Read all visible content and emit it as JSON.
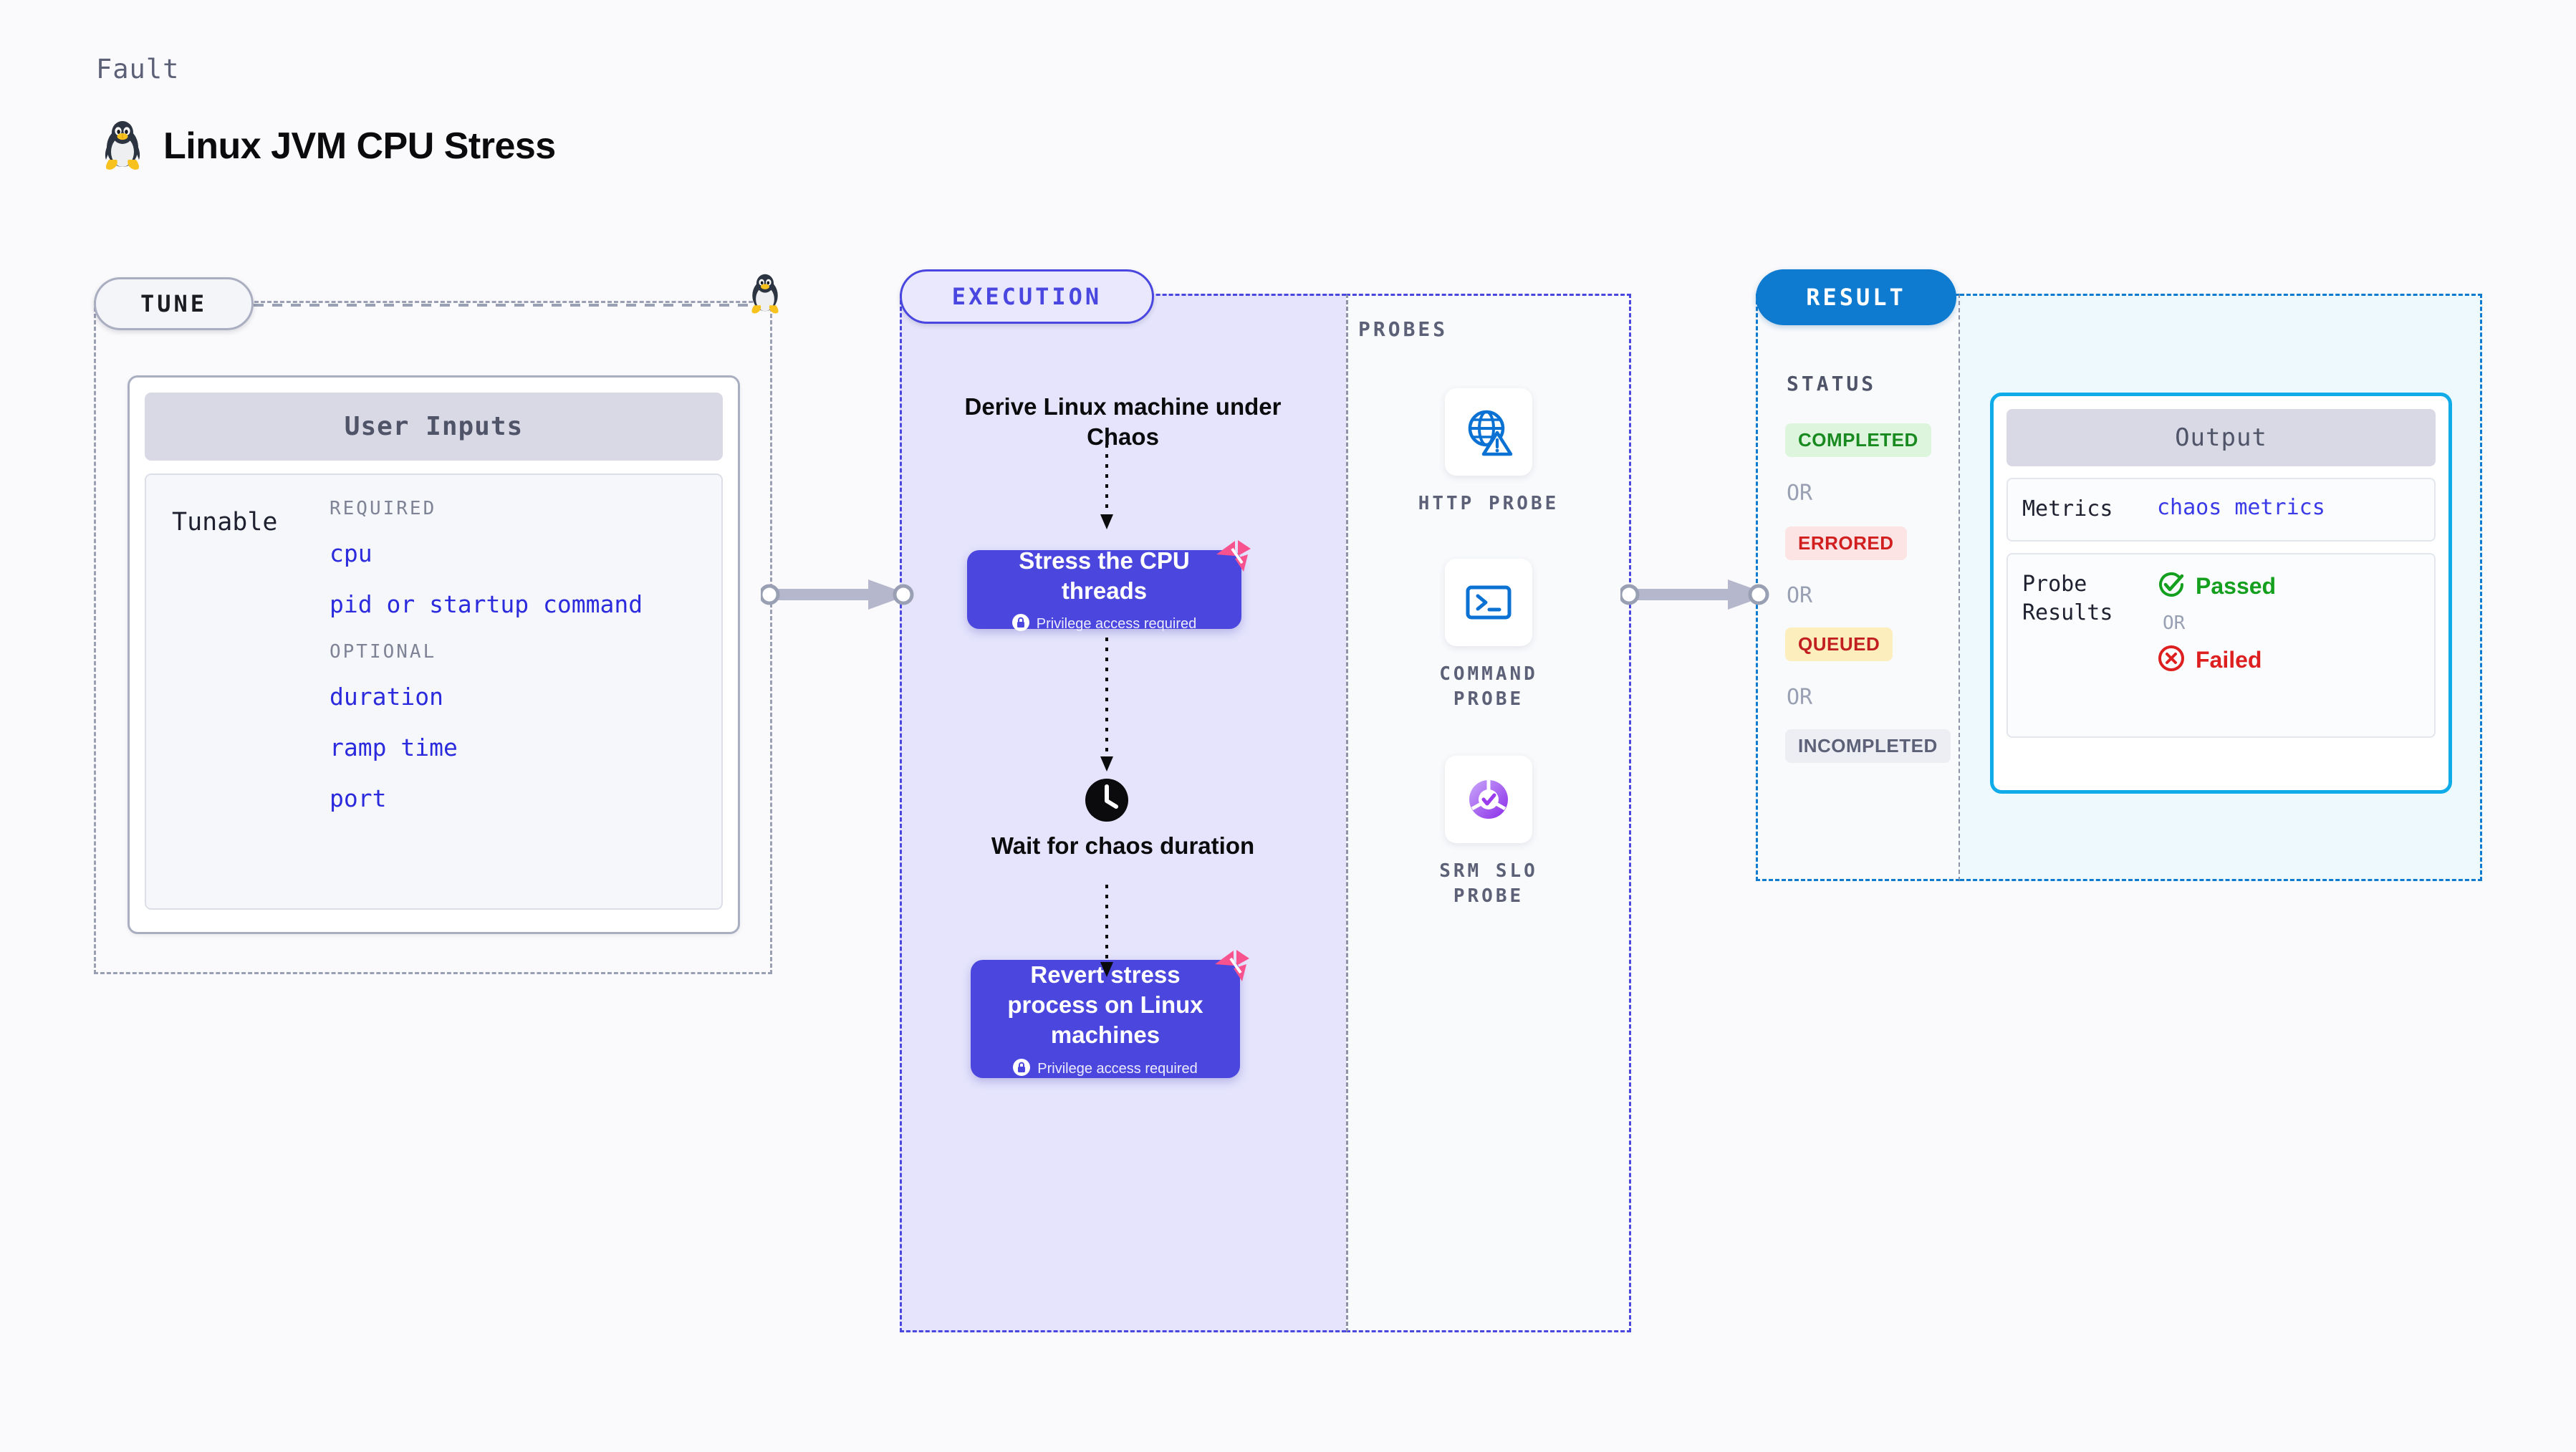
{
  "header": {
    "eyebrow": "Fault",
    "title": "Linux JVM CPU Stress",
    "penguin_icon": "tux-penguin-icon"
  },
  "tune": {
    "badge": "TUNE",
    "card_header": "User Inputs",
    "tunable_label": "Tunable",
    "groups": [
      {
        "title": "REQUIRED",
        "items": [
          "cpu",
          "pid or startup command"
        ]
      },
      {
        "title": "OPTIONAL",
        "items": [
          "duration",
          "ramp time",
          "port"
        ]
      }
    ]
  },
  "execution": {
    "badge": "EXECUTION",
    "steps": [
      {
        "kind": "text",
        "label": "Derive Linux machine under Chaos"
      },
      {
        "kind": "box",
        "label": "Stress the CPU threads",
        "privilege": "Privilege access required",
        "ribbon": true
      },
      {
        "kind": "wait",
        "label": "Wait for chaos duration",
        "icon": "clock-icon"
      },
      {
        "kind": "box",
        "label": "Revert stress process on Linux machines",
        "privilege": "Privilege access required",
        "ribbon": true
      }
    ]
  },
  "probes": {
    "title": "PROBES",
    "items": [
      {
        "label": "HTTP PROBE",
        "icon": "globe-warning-icon"
      },
      {
        "label": "COMMAND PROBE",
        "icon": "terminal-icon"
      },
      {
        "label": "SRM SLO PROBE",
        "icon": "srm-slo-icon"
      }
    ]
  },
  "result": {
    "badge": "RESULT",
    "status_title": "STATUS",
    "or_label": "OR",
    "statuses": [
      {
        "label": "COMPLETED",
        "bg": "#DDF5DD",
        "fg": "#188A20"
      },
      {
        "label": "ERRORED",
        "bg": "#FCE4E4",
        "fg": "#D11F1F"
      },
      {
        "label": "QUEUED",
        "bg": "#FDEEBE",
        "fg": "#C22020"
      },
      {
        "label": "INCOMPLETED",
        "bg": "#EDEEF4",
        "fg": "#5C6178"
      }
    ],
    "output": {
      "header": "Output",
      "metrics_key": "Metrics",
      "metrics_value": "chaos metrics",
      "probe_key": "Probe Results",
      "passed_label": "Passed",
      "failed_label": "Failed",
      "or_label": "OR"
    }
  },
  "colors": {
    "purple": "#4A46DE",
    "purple_bg": "#E5E4FC",
    "blue": "#0E7BD0",
    "cyan_border": "#10ACEA",
    "cyan_bg": "#EEF9FD",
    "pink_ribbon": "#F8538F",
    "tunable_blue": "#2B2BDD",
    "gray_text": "#5C6178"
  }
}
